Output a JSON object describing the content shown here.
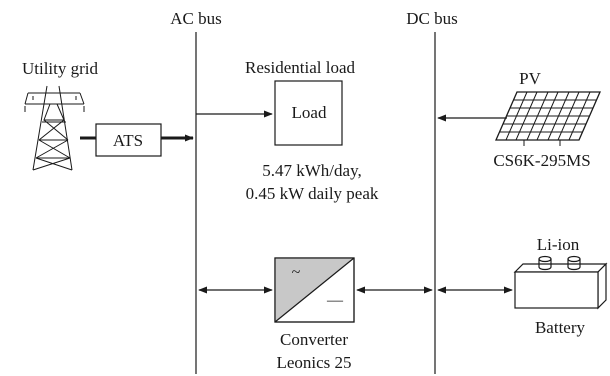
{
  "buses": {
    "ac": "AC bus",
    "dc": "DC bus"
  },
  "grid": {
    "label": "Utility grid",
    "switch": "ATS",
    "icon": "transmission-tower-icon"
  },
  "load": {
    "title": "Residential load",
    "box": "Load",
    "energy": "5.47 kWh/day,",
    "peak": "0.45 kW daily peak"
  },
  "pv": {
    "label": "PV",
    "model": "CS6K-295MS",
    "icon": "solar-panel-icon"
  },
  "converter": {
    "line1": "Converter",
    "line2": "Leonics 25",
    "ac_symbol": "~",
    "dc_symbol": "—"
  },
  "battery": {
    "chemistry": "Li-ion",
    "label": "Battery",
    "icon": "battery-icon"
  },
  "colors": {
    "line": "#1a1a1a",
    "converter_fill": "#c8c8c8"
  }
}
